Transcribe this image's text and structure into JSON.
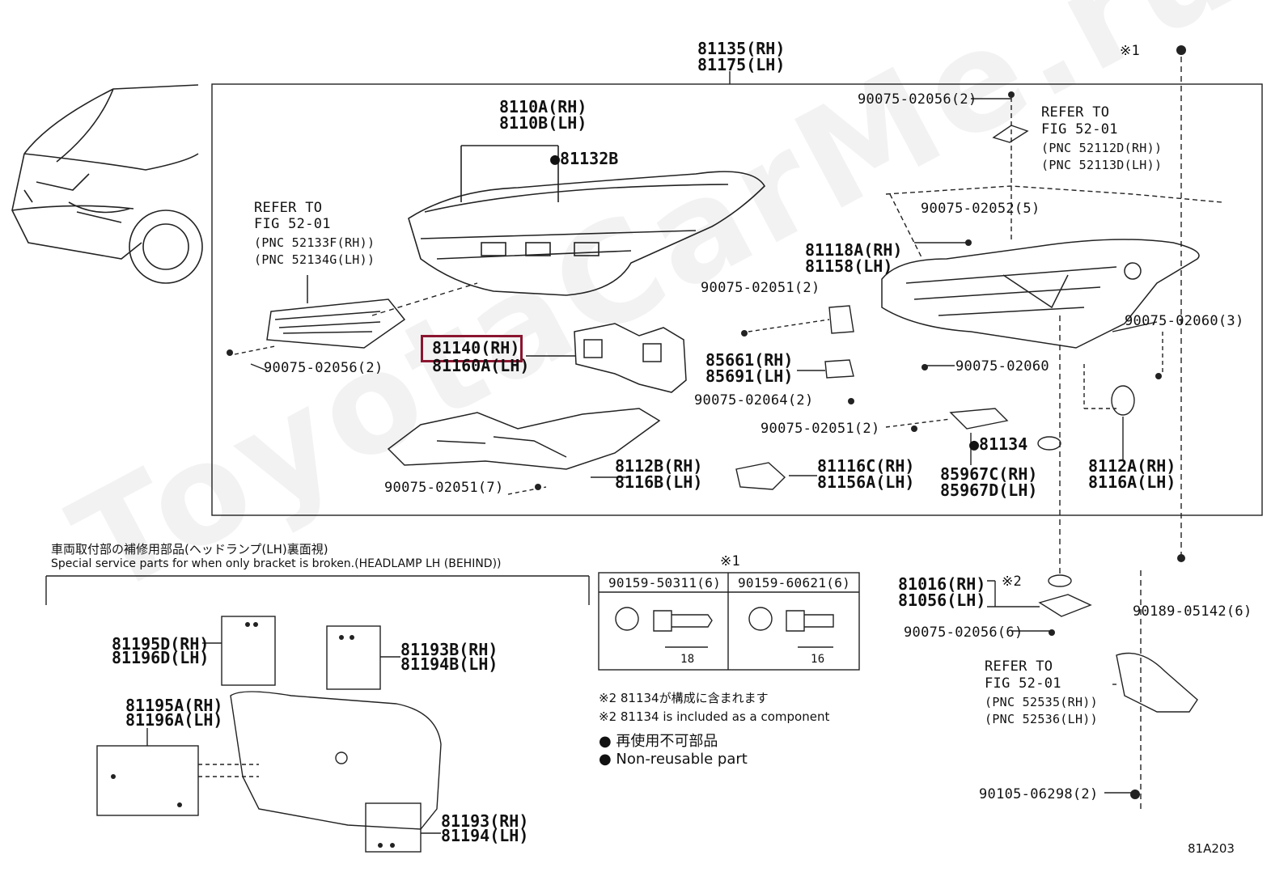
{
  "figure_code": "81A203",
  "watermark": "ToyotaCarMe.ru",
  "header_assembly": {
    "rh": "81135(RH)",
    "lh": "81175(LH)"
  },
  "parts": {
    "lens_rh": "8110A(RH)",
    "lens_lh": "8110B(LH)",
    "seal": "●81132B",
    "bracket_refer": "REFER TO",
    "bracket_fig": "FIG 52-01",
    "bracket_pnc_rh": "(PNC 52133F(RH))",
    "bracket_pnc_lh": "(PNC 52134G(LH))",
    "screw_left": "90075-02056(2)",
    "module_rh": "81140(RH)",
    "module_lh": "81160A(LH)",
    "bezel_rh": "8112B(RH)",
    "bezel_lh": "8116B(LH)",
    "screw_bottom": "90075-02051(7)",
    "screw_top_right": "90075-02056(2)",
    "refer_top_right": "REFER TO",
    "fig_top_right": "FIG 52-01",
    "pnc_top_rh": "(PNC 52112D(RH))",
    "pnc_top_lh": "(PNC 52113D(LH))",
    "screw_02052": "90075-02052(5)",
    "housing_rh": "81118A(RH)",
    "housing_lh": "81158(LH)",
    "screw_02051_2": "90075-02051(2)",
    "bracket_85661": "85661(RH)",
    "bracket_85691": "85691(LH)",
    "screw_02064": "90075-02064(2)",
    "screw_02060": "90075-02060",
    "screw_02060_3": "90075-02060(3)",
    "screw_02051_b": "90075-02051(2)",
    "oring": "●81134",
    "ecu_rh": "85967C(RH)",
    "ecu_lh": "85967D(LH)",
    "socket_rh": "8112A(RH)",
    "socket_lh": "8116A(LH)",
    "motor_rh": "81116C(RH)",
    "motor_lh": "81156A(LH)",
    "note1_mark": "※1",
    "cover_rh": "81016(RH)",
    "cover_lh": "81056(LH)",
    "note2_mark": "※2",
    "screw_02056_6": "90075-02056(6)",
    "clip_05142": "90189-05142(6)",
    "refer_bottom": "REFER TO",
    "fig_bottom": "FIG 52-01",
    "pnc_bottom_rh": "(PNC 52535(RH))",
    "pnc_bottom_lh": "(PNC 52536(LH))",
    "bolt_06298": "90105-06298(2)"
  },
  "service": {
    "title_jp": "車両取付部の補修用部品(ヘッドランプ(LH)裏面視)",
    "title_en": "Special service parts for when only bracket is broken.(HEADLAMP LH (BEHIND))",
    "p1_rh": "81195D(RH)",
    "p1_lh": "81196D(LH)",
    "p2_rh": "81193B(RH)",
    "p2_lh": "81194B(LH)",
    "p3_rh": "81195A(RH)",
    "p3_lh": "81196A(LH)",
    "p4_rh": "81193(RH)",
    "p4_lh": "81194(LH)"
  },
  "fastener_table": {
    "mark": "※1",
    "col1": "90159-50311(6)",
    "col2": "90159-60621(6)",
    "dim1": "18",
    "dim2": "16"
  },
  "notes": {
    "jp_component": "※2 81134が構成に含まれます",
    "en_component": "※2 81134 is included as a component",
    "jp_nonreuse": "● 再使用不可部品",
    "en_nonreuse": "● Non-reusable part"
  },
  "highlight": {
    "color": "#8b1530"
  }
}
